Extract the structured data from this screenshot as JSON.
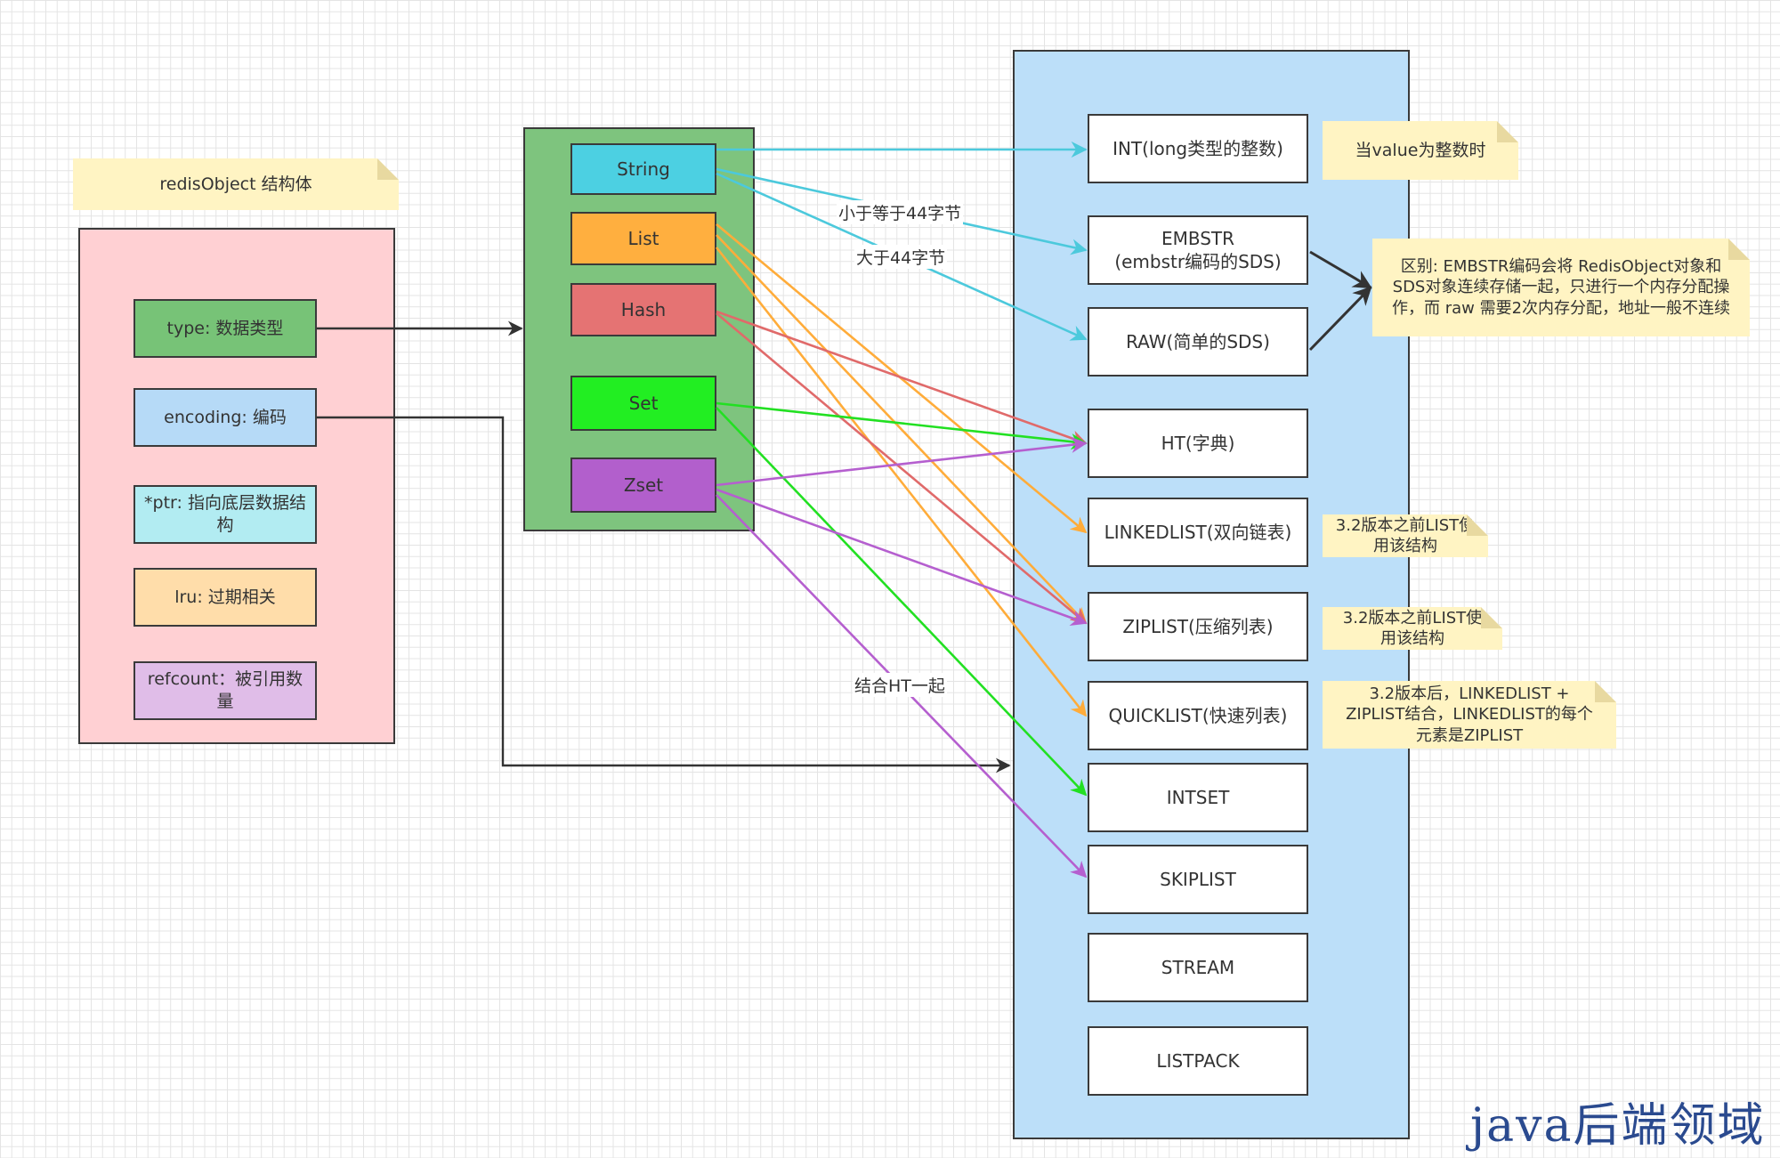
{
  "note_redisobject": "redisObject 结构体",
  "fields": [
    {
      "label": "type: 数据类型",
      "color": "#77c377"
    },
    {
      "label": "encoding: 编码",
      "color": "#b6daf7"
    },
    {
      "label": "*ptr: 指向底层数据结构",
      "color": "#b2ecf2"
    },
    {
      "label": "lru: 过期相关",
      "color": "#ffddaa"
    },
    {
      "label": "refcount：被引用数量",
      "color": "#e0bde8"
    }
  ],
  "types": [
    {
      "label": "String",
      "color": "#4cd0e2"
    },
    {
      "label": "List",
      "color": "#ffaf3f"
    },
    {
      "label": "Hash",
      "color": "#e57373"
    },
    {
      "label": "Set",
      "color": "#22ee22"
    },
    {
      "label": "Zset",
      "color": "#b25fcc"
    }
  ],
  "encodings": [
    {
      "label": "INT(long类型的整数)"
    },
    {
      "label": "EMBSTR\n(embstr编码的SDS)"
    },
    {
      "label": "RAW(简单的SDS)"
    },
    {
      "label": "HT(字典)"
    },
    {
      "label": "LINKEDLIST(双向链表)"
    },
    {
      "label": "ZIPLIST(压缩列表)"
    },
    {
      "label": "QUICKLIST(快速列表)"
    },
    {
      "label": "INTSET"
    },
    {
      "label": "SKIPLIST"
    },
    {
      "label": "STREAM"
    },
    {
      "label": "LISTPACK"
    }
  ],
  "notes": {
    "int": "当value为整数时",
    "embstr": "区别: EMBSTR编码会将 RedisObject对象和SDS对象连续存储一起，只进行一个内存分配操作，而 raw 需要2次内存分配，地址一般不连续",
    "linkedlist": "3.2版本之前LIST使用该结构",
    "ziplist": "3.2版本之前LIST使用该结构",
    "quicklist": "3.2版本后，LINKEDLIST + ZIPLIST结合，LINKEDLIST的每个元素是ZIPLIST"
  },
  "edge_labels": {
    "le44": "小于等于44字节",
    "gt44": "大于44字节",
    "zset_ht": "结合HT一起"
  },
  "colors": {
    "left_panel": "#ffd0d3",
    "middle_panel": "#7ec47e",
    "right_panel": "#bcdff9",
    "string_edge": "#4cc9dc",
    "list_edge": "#ffac3a",
    "hash_edge": "#e06a6a",
    "set_edge": "#22e022",
    "zset_edge": "#b55fcf",
    "black_edge": "#333333"
  },
  "watermark": "java后端领域"
}
